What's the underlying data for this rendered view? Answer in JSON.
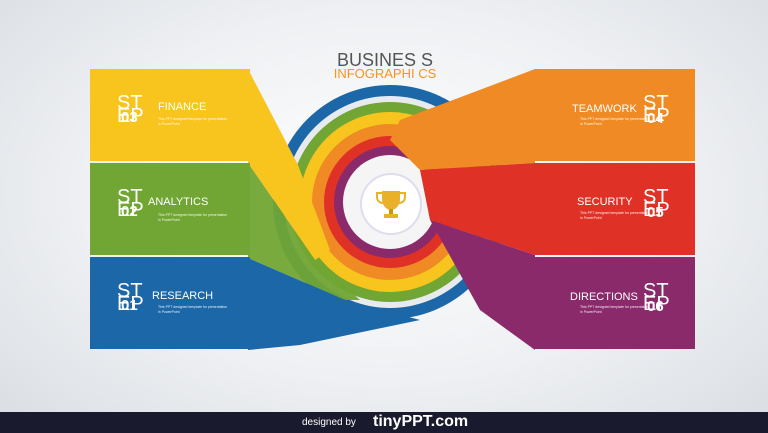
{
  "header": {
    "title_line1": "BUSINES S",
    "title_line2": "INFOGRAPHI CS"
  },
  "steps": [
    {
      "word": "STEP",
      "number": "03",
      "label": "FINANCE",
      "desc": "This PPT designed template for presentation in PowerPoint",
      "color": "#f7c51e"
    },
    {
      "word": "STEP",
      "number": "02",
      "label": "ANALYTICS",
      "desc": "This PPT designed template for presentation in PowerPoint",
      "color": "#71a534"
    },
    {
      "word": "STEP",
      "number": "01",
      "label": "RESEARCH",
      "desc": "This PPT designed template for presentation in PowerPoint",
      "color": "#1c67a8"
    },
    {
      "word": "STEP",
      "number": "04",
      "label": "TEAMWORK",
      "desc": "This PPT designed template for presentation in PowerPoint",
      "color": "#f08a24"
    },
    {
      "word": "STEP",
      "number": "05",
      "label": "SECURITY",
      "desc": "This PPT designed template for presentation in PowerPoint",
      "color": "#e03127"
    },
    {
      "word": "STEP",
      "number": "06",
      "label": "DIRECTIONS",
      "desc": "This PPT designed template for presentation in PowerPoint",
      "color": "#8a2a6b"
    }
  ],
  "center": {
    "icon": "trophy-icon",
    "color": "#e9b12a"
  },
  "footer": {
    "prefix": "designed by",
    "brand": "tinyPPT.com"
  }
}
